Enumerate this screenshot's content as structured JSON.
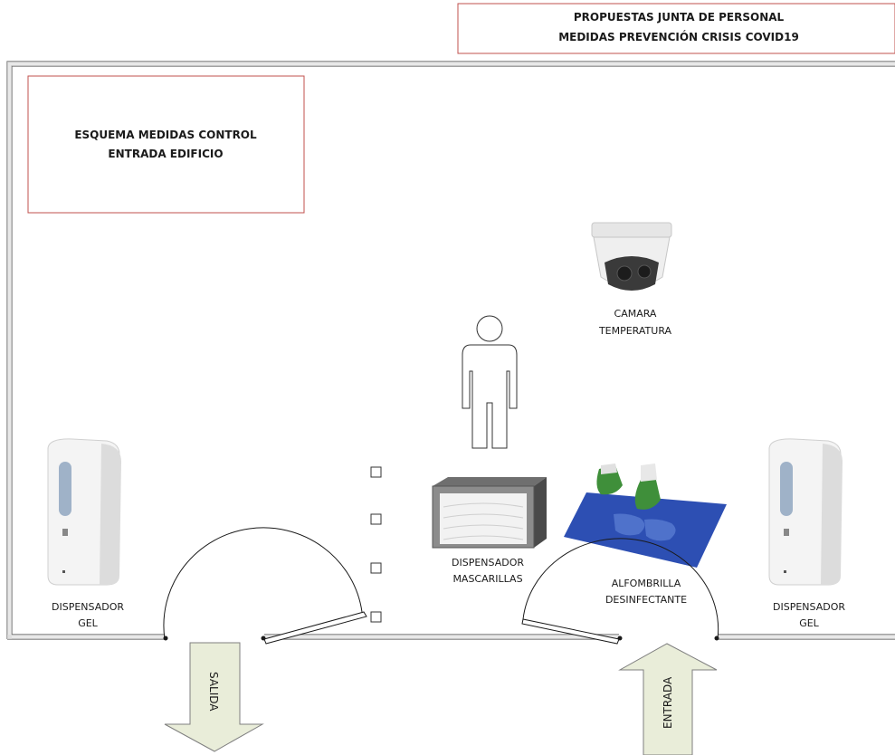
{
  "header": {
    "line1": "PROPUESTAS JUNTA DE PERSONAL",
    "line2": "MEDIDAS PREVENCIÓN CRISIS COVID19"
  },
  "scheme_title": {
    "line1": "ESQUEMA MEDIDAS CONTROL",
    "line2": "ENTRADA EDIFICIO"
  },
  "labels": {
    "camera": {
      "line1": "CAMARA",
      "line2": "TEMPERATURA"
    },
    "mask_dispenser": {
      "line1": "DISPENSADOR",
      "line2": "MASCARILLAS"
    },
    "mat": {
      "line1": "ALFOMBRILLA",
      "line2": "DESINFECTANTE"
    },
    "gel_left": {
      "line1": "DISPENSADOR",
      "line2": "GEL"
    },
    "gel_right": {
      "line1": "DISPENSADOR",
      "line2": "GEL"
    }
  },
  "arrows": {
    "exit": "SALIDA",
    "entry": "ENTRADA"
  },
  "colors": {
    "wall": "#7f7f7f",
    "title_box_border": "#c0504d",
    "arrow_fill": "#e9edd9",
    "mat_blue": "#2d4fb3",
    "shoe_green": "#3f8f3a"
  }
}
